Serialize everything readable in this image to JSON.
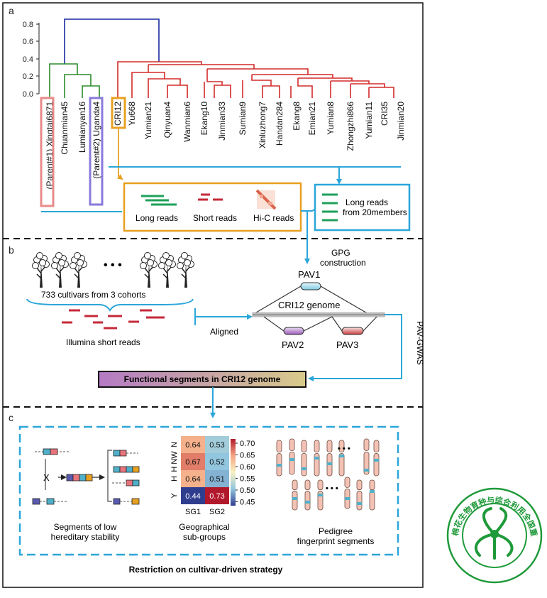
{
  "panels": {
    "a": {
      "letter": "a",
      "axis_ticks": [
        "0.8",
        "0.6",
        "0.4",
        "0.2",
        "0.0"
      ],
      "leaf_labels": [
        "Xingtai6871",
        "Chuanmian45",
        "Lumianyan16",
        "Uganda4",
        "CRI12",
        "Yu668",
        "Yumian21",
        "Qinyuan4",
        "Wanmian6",
        "Ekang10",
        "Jinmian33",
        "Sumian9",
        "Xinluzhong7",
        "Handan284",
        "Ekang8",
        "Emian21",
        "Yumian8",
        "Zhongzhi866",
        "Yumian11",
        "CRI35",
        "Jinmian20"
      ],
      "parent1_prefix": "(Parent#1)",
      "parent2_prefix": "(Parent#2)",
      "seq_types": [
        "Long reads",
        "Short reads",
        "Hi-C reads"
      ],
      "members_line1": "Long reads",
      "members_line2": "from 20members"
    },
    "b": {
      "letter": "b",
      "dots": "• • •",
      "cohort_label": "733 cultivars from 3 cohorts",
      "illumina_label": "Illumina short reads",
      "aligned_label": "Aligned",
      "gpg_line1": "GPG",
      "gpg_line2": "construction",
      "genome_label": "CRI12 genome",
      "pav1": "PAV1",
      "pav2": "PAV2",
      "pav3": "PAV3",
      "gwas_label": "PAV-GWAS",
      "functional_label": "Functional segments in CRI12 genome"
    },
    "c": {
      "letter": "c",
      "x_marker": "X",
      "seg_label_line1": "Segments of low",
      "seg_label_line2": "hereditary stability",
      "geo_label_line1": "Geographical",
      "geo_label_line2": "sub-groups",
      "ped_label_line1": "Pedigree",
      "ped_label_line2": "fingerprint segments",
      "restriction_label": "Restriction on cultivar-driven strategy",
      "ped_dots": "• • •"
    }
  },
  "heatmap": {
    "rows": [
      "N",
      "H NW",
      "H",
      "Y"
    ],
    "cols": [
      "SG1",
      "SG2"
    ],
    "values": [
      [
        0.64,
        0.53
      ],
      [
        0.67,
        0.52
      ],
      [
        0.64,
        0.51
      ],
      [
        0.44,
        0.73
      ]
    ],
    "colorbar_ticks": [
      "0.70",
      "0.65",
      "0.60",
      "0.55",
      "0.50",
      "0.45"
    ],
    "range": [
      0.45,
      0.72
    ]
  },
  "logo": {
    "text": "棉花生物育种与综合利用全国重点实验室"
  },
  "colors": {
    "green": "#2a8c2a",
    "red": "#d42a2a",
    "blue": "#1a2aa0",
    "orange": "#e8a020",
    "cyan": "#2ba6d9",
    "pink": "#e98a8a",
    "purple": "#8a7ad9"
  }
}
